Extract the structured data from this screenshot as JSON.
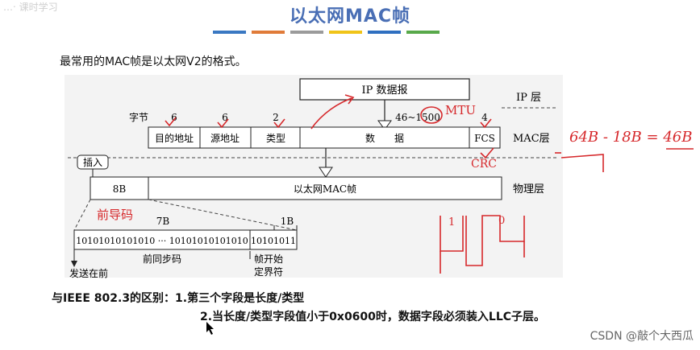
{
  "header": {
    "title": "以太网MAC帧",
    "top_left_text": "…‧ 课时学习"
  },
  "color_bar": [
    "#3a78c2",
    "#e07b39",
    "#9b9b9b",
    "#f0c419",
    "#2f6fc0",
    "#58a94a"
  ],
  "intro": "最常用的MAC帧是以太网V2的格式。",
  "frame": {
    "ip_packet": "IP 数据报",
    "ip_layer": "IP 层",
    "bytes_label": "字节",
    "field_sizes": [
      "6",
      "6",
      "2",
      "46~1500",
      "4"
    ],
    "fields": [
      "目的地址",
      "源地址",
      "类型",
      "数　　据",
      "FCS"
    ],
    "mac_layer": "MAC层",
    "insert": "插入",
    "preamble_size": "8B",
    "mac_frame": "以太网MAC帧",
    "physical_layer": "物理层",
    "sizes_7b": "7B",
    "sizes_1b": "1B",
    "sync_bits": "10101010101010  ···  10101010101010",
    "sfd_bits": "10101011",
    "sync_label": "前同步码",
    "sfd_label_1": "帧开始",
    "sfd_label_2": "定界符",
    "send_first": "发送在前"
  },
  "annotations": {
    "mtu": "MTU",
    "crc": "CRC",
    "preamble": "前导码",
    "calc": "64B - 18B = 46B",
    "one": "1",
    "zero": "0"
  },
  "notes": {
    "line1": "与IEEE 802.3的区别：1.第三个字段是长度/类型",
    "line2": "2.当长度/类型字段值小于0x0600时，数据字段必须装入LLC子层。"
  },
  "watermark": "CSDN @敲个大西瓜"
}
